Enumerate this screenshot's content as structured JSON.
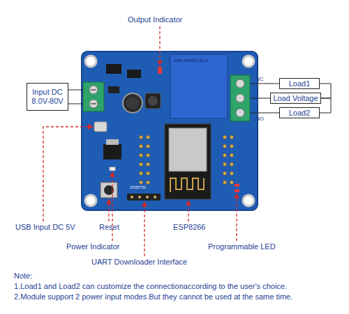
{
  "diagram": {
    "nodes": [
      {
        "text": [
          "Input DC 8.0V-80V"
        ]
      },
      {
        "text": [
          "Load1"
        ]
      },
      {
        "text": [
          "Load Voltage"
        ]
      },
      {
        "text": [
          "Load2"
        ]
      }
    ],
    "edges": [
      {
        "from": 1,
        "to": 2,
        "arrow": "none"
      },
      {
        "from": 3,
        "to": 2,
        "arrow": "none"
      }
    ],
    "labels": [
      "Output Indicator",
      "NC",
      "NO",
      "USB Input DC 5V",
      "Reset",
      "Power Indicator",
      "UART Downloader Interface",
      "ESP8266",
      "Programmable LED",
      "Note:",
      "1.Load1 and Load2 can customize the connectionaccording to the user's choice.",
      "2.Module support 2 power input modes.But they cannot be used at the same time.",
      "SRD-05VDC-SL-C",
      "1005752"
    ]
  }
}
